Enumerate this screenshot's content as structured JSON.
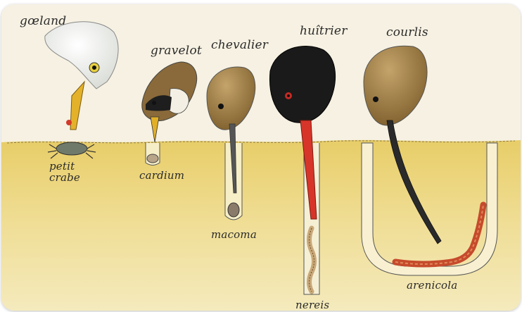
{
  "illustration": {
    "labels": {
      "goeland": "gœland",
      "gravelot": "gravelot",
      "chevalier": "chevalier",
      "huitrier": "huîtrier",
      "courlis": "courlis",
      "petit_crabe": "petit crabe",
      "cardium": "cardium",
      "macoma": "macoma",
      "nereis": "nereis",
      "arenicola": "arenicola"
    },
    "colors": {
      "paper": "#f6f1e2",
      "sand": "#e8cf6a",
      "sand_light": "#f1e19a",
      "gull_white": "#f4f4ee",
      "beak_yellow": "#e6b52a",
      "oystercatcher_black": "#1a1a1a",
      "oystercatcher_beak": "#d8352a",
      "brown_plumage": "#9a7a3e",
      "worm_red": "#c84a2a"
    }
  }
}
